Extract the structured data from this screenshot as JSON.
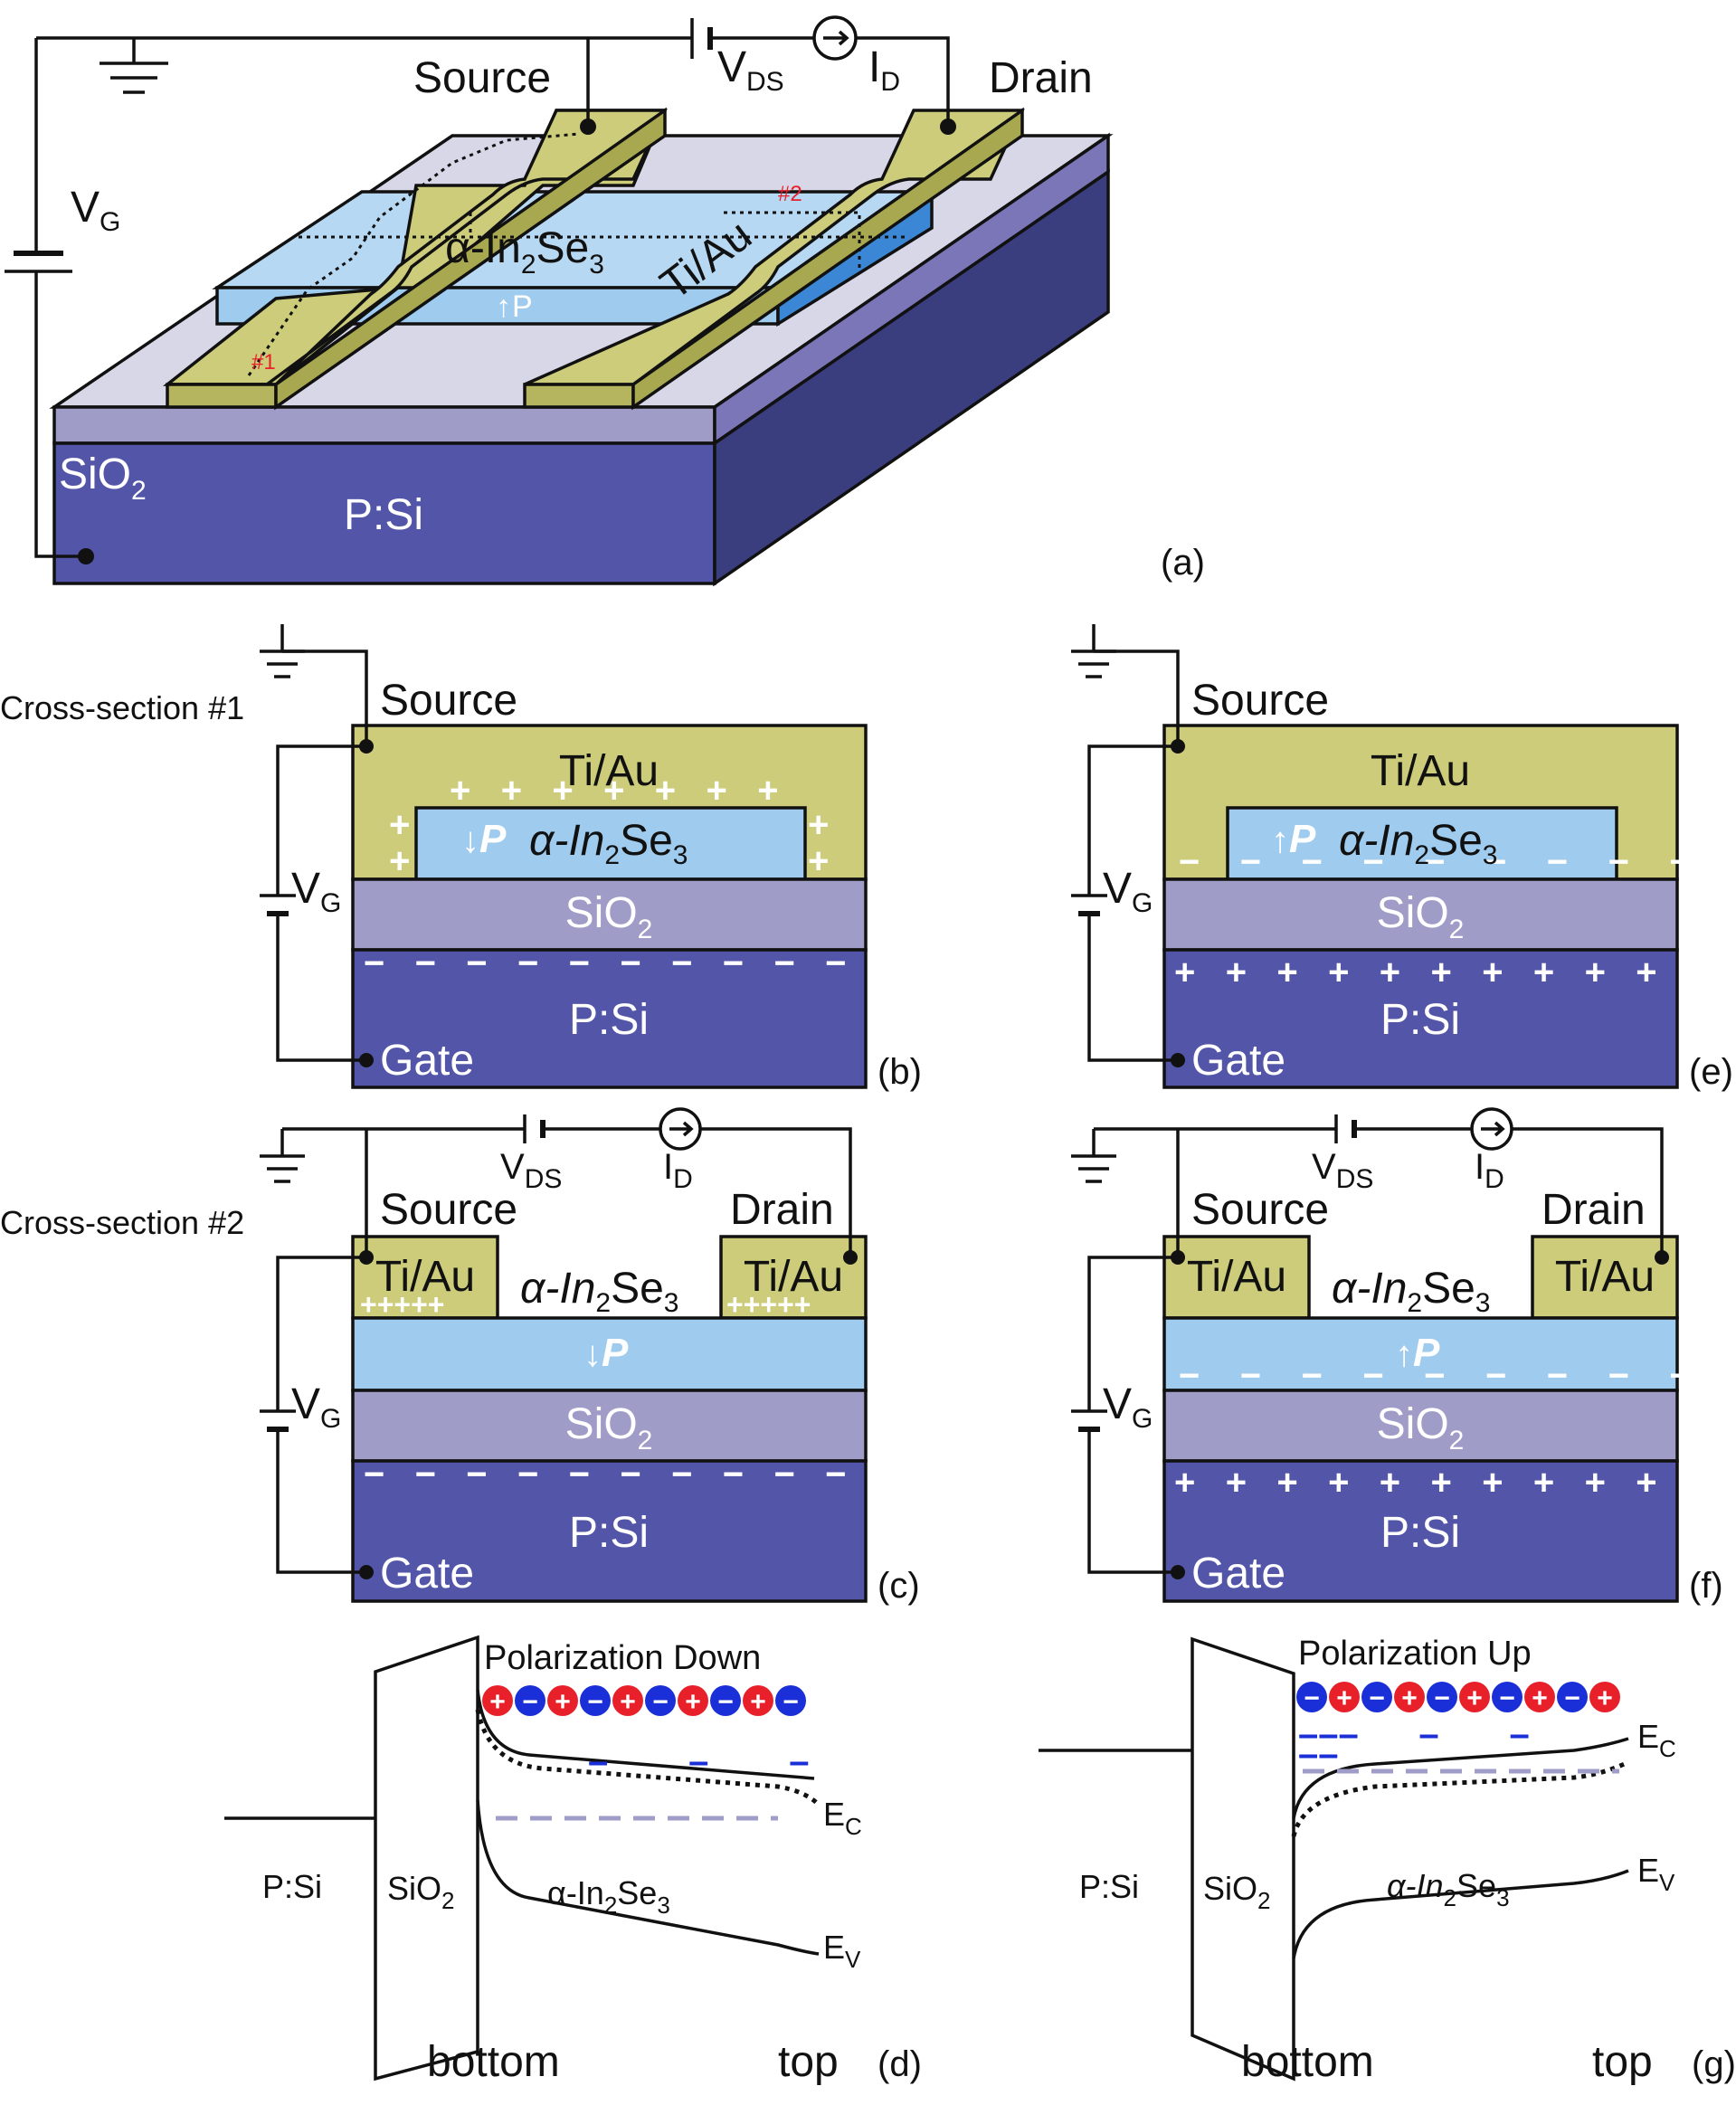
{
  "panel_labels": {
    "a": "(a)",
    "b": "(b)",
    "c": "(c)",
    "d": "(d)",
    "e": "(e)",
    "f": "(f)",
    "g": "(g)"
  },
  "circuit": {
    "vds": "V",
    "vds_sub": "DS",
    "id": "I",
    "id_sub": "D",
    "vg": "V",
    "vg_sub": "G"
  },
  "device_3d": {
    "source": "Source",
    "drain": "Drain",
    "material_alpha": "α-In",
    "material_sub2": "2",
    "material_se": "Se",
    "material_sub3": "3",
    "contact": "Ti/Au",
    "polarization": "P",
    "cut1": "#1",
    "cut2": "#2",
    "oxide": "SiO",
    "oxide_sub": "2",
    "substrate": "P:Si"
  },
  "cross_sections": {
    "title1": "Cross-section #1",
    "title2": "Cross-section #2",
    "source": "Source",
    "drain": "Drain",
    "contact": "Ti/Au",
    "material": "α-In",
    "sub2": "2",
    "se": "Se",
    "sub3": "3",
    "polarization": "P",
    "oxide": "SiO",
    "oxide_sub": "2",
    "substrate": "P:Si",
    "gate": "Gate"
  },
  "band_d": {
    "title": "Polarization Down",
    "left_label": "P:Si",
    "oxide": "SiO",
    "oxide_sub": "2",
    "material": "α-In",
    "sub2": "2",
    "se": "Se",
    "sub3": "3",
    "ec": "E",
    "ec_sub": "C",
    "ev": "E",
    "ev_sub": "V",
    "bottom": "bottom",
    "top": "top",
    "charges": [
      "+",
      "−",
      "+",
      "−",
      "+",
      "−",
      "+",
      "−",
      "+",
      "−"
    ]
  },
  "band_g": {
    "title": "Polarization Up",
    "left_label": "P:Si",
    "oxide": "SiO",
    "oxide_sub": "2",
    "material": "α-In",
    "sub2": "2",
    "se": "Se",
    "sub3": "3",
    "ec": "E",
    "ec_sub": "C",
    "ev": "E",
    "ev_sub": "V",
    "bottom": "bottom",
    "top": "top",
    "charges": [
      "−",
      "+",
      "−",
      "+",
      "−",
      "+",
      "−",
      "+",
      "−",
      "+"
    ]
  },
  "colors": {
    "metal": "#cccc7a",
    "metal_dark": "#a8a850",
    "film": "#9ecbee",
    "film_side": "#3b87d6",
    "oxide": "#a09cc8",
    "oxide_top": "#d8d7e8",
    "silicon": "#5356a8",
    "silicon_side": "#3a3d7e",
    "positive": "#e8202a",
    "negative": "#1a2fd8"
  }
}
